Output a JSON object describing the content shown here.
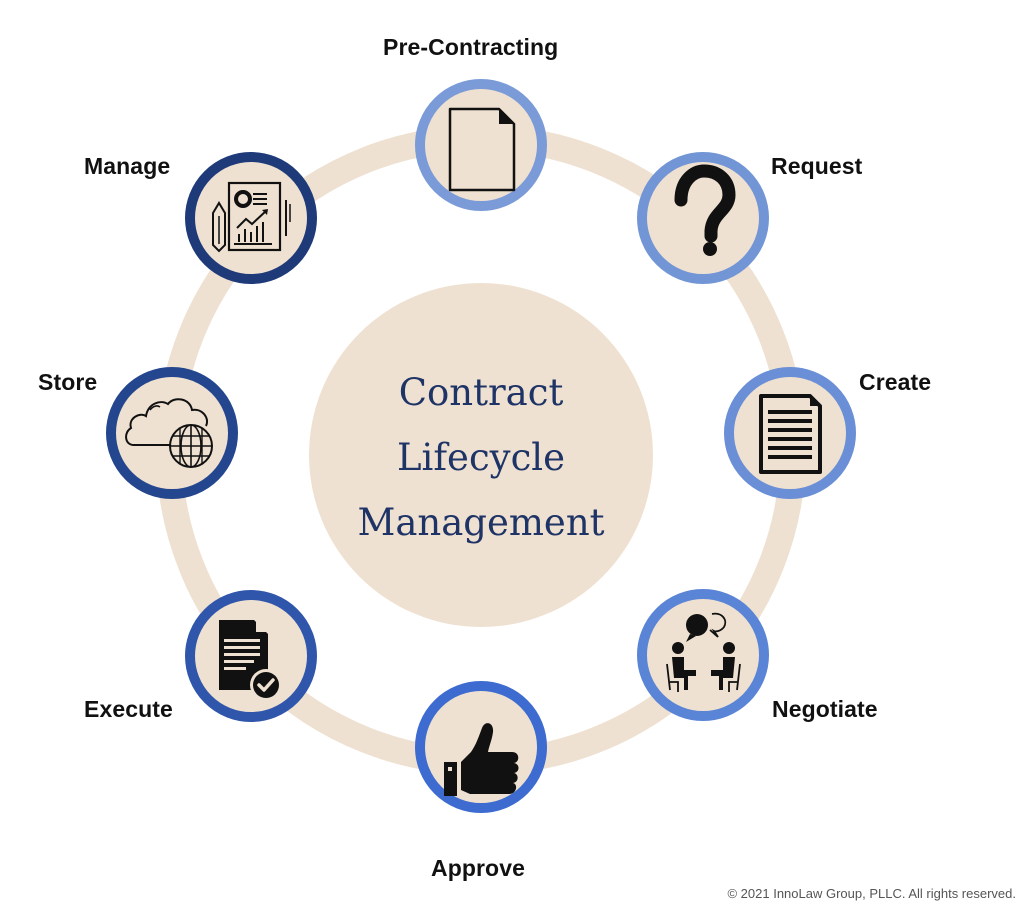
{
  "title": {
    "line1": "Contract",
    "line2": "Lifecycle",
    "line3": "Management"
  },
  "colors": {
    "ring": "#efe1d1",
    "center_fill": "#efe1d1",
    "node_fill": "#efe1d1",
    "title_text": "#1f3466",
    "label_text": "#111111",
    "light_blue": "#7b9bd8",
    "mid_blue": "#3d6bd0",
    "navy": "#1f3a78"
  },
  "stages": [
    {
      "id": "pre-contracting",
      "label": "Pre-Contracting",
      "icon": "blank-document-icon",
      "ring_color": "#7b9bd8"
    },
    {
      "id": "request",
      "label": "Request",
      "icon": "question-mark-icon",
      "ring_color": "#7295d6"
    },
    {
      "id": "create",
      "label": "Create",
      "icon": "text-document-icon",
      "ring_color": "#6a8fd6"
    },
    {
      "id": "negotiate",
      "label": "Negotiate",
      "icon": "meeting-people-icon",
      "ring_color": "#5a84d6"
    },
    {
      "id": "approve",
      "label": "Approve",
      "icon": "thumbs-up-icon",
      "ring_color": "#3d6bd0"
    },
    {
      "id": "execute",
      "label": "Execute",
      "icon": "signed-document-icon",
      "ring_color": "#2f56aa"
    },
    {
      "id": "store",
      "label": "Store",
      "icon": "cloud-globe-icon",
      "ring_color": "#24468e"
    },
    {
      "id": "manage",
      "label": "Manage",
      "icon": "report-analytics-icon",
      "ring_color": "#1f3a78"
    }
  ],
  "footer": {
    "copyright": "© 2021 InnoLaw Group, PLLC. All rights reserved."
  }
}
